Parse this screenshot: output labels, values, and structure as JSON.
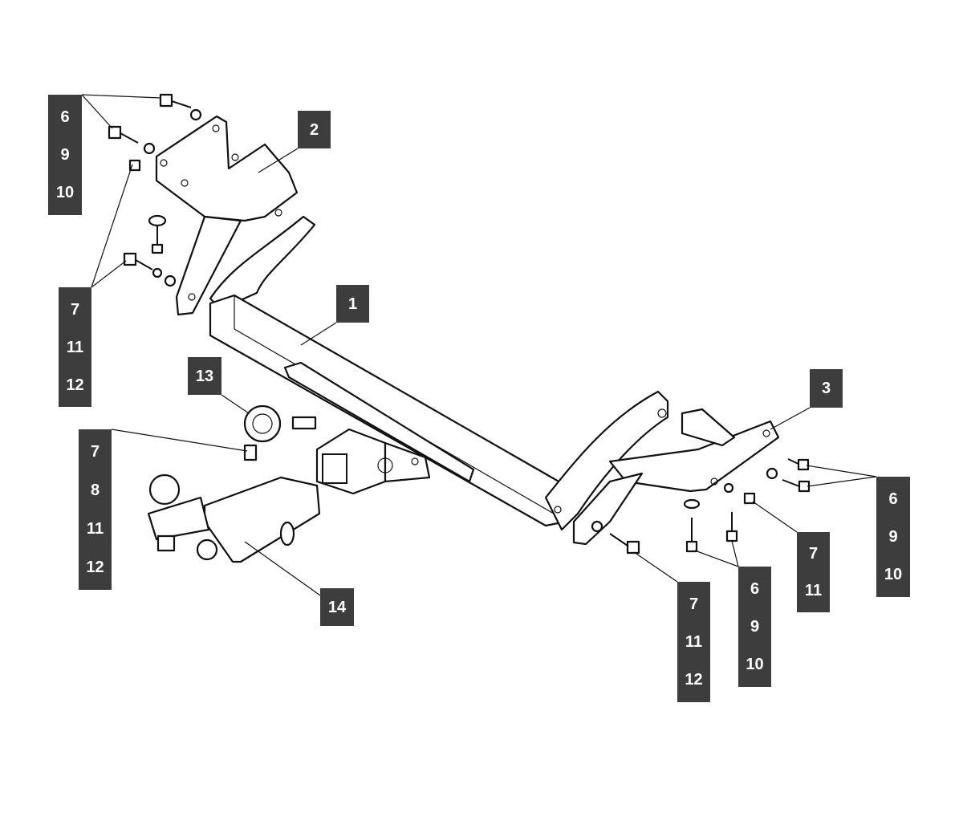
{
  "title": "Tow bar exploded assembly diagram",
  "callouts": {
    "top_left_bolts": [
      "6",
      "9",
      "10"
    ],
    "bracket_left": [
      "2"
    ],
    "left_lower_bolts": [
      "7",
      "11",
      "12"
    ],
    "main_beam": [
      "1"
    ],
    "socket_plate": [
      "13"
    ],
    "bracket_right": [
      "3"
    ],
    "ball_bolt": [
      "7",
      "8",
      "11",
      "12"
    ],
    "ball_mount": [
      "14"
    ],
    "right_bolts": [
      "6",
      "9",
      "10"
    ],
    "right_mid_bolts": [
      "7",
      "11"
    ],
    "bottom_center_bolts": [
      "6",
      "9",
      "10"
    ],
    "bottom_left_bolts": [
      "7",
      "11",
      "12"
    ]
  },
  "colors": {
    "callout_bg": "#3d3d3d",
    "callout_text": "#ffffff",
    "line": "#111111"
  }
}
